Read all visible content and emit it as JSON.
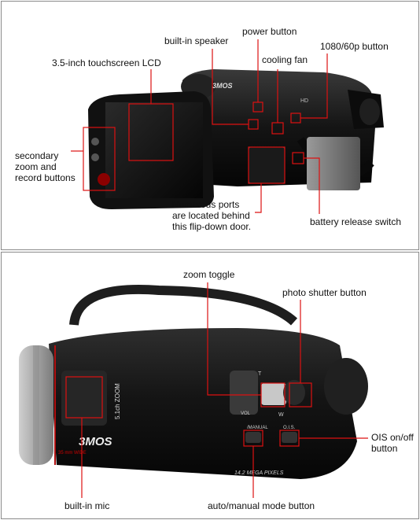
{
  "top_panel": {
    "labels": {
      "power_button": "power button",
      "built_in_speaker": "built-in speaker",
      "p1080_button": "1080/60p button",
      "cooling_fan": "cooling fan",
      "touchscreen_lcd": "3.5-inch touchscreen LCD",
      "secondary_zoom": "secondary zoom and record buttons",
      "ports": "Numerous ports are located behind this flip-down door.",
      "battery_release": "battery release switch"
    },
    "camera_text": {
      "brand": "3MOS",
      "hd": "HD"
    }
  },
  "bottom_panel": {
    "labels": {
      "zoom_toggle": "zoom toggle",
      "photo_shutter": "photo shutter button",
      "ois_onoff": "OIS on/off button",
      "built_in_mic": "built-in mic",
      "auto_manual": "auto/manual mode button"
    },
    "camera_text": {
      "brand": "3MOS",
      "zoom_badge": "5.1ch ZOOM",
      "lens_wide": "35 mm WIDE",
      "megapixels": "14.2 MEGA PIXELS",
      "manual": "/MANUAL",
      "ois": "O.I.S.",
      "zoom_t": "T",
      "zoom_w": "W",
      "vol": "VOL"
    }
  },
  "colors": {
    "callout": "#dd1111",
    "body": "#141414",
    "frame": "#8a8a8a"
  }
}
